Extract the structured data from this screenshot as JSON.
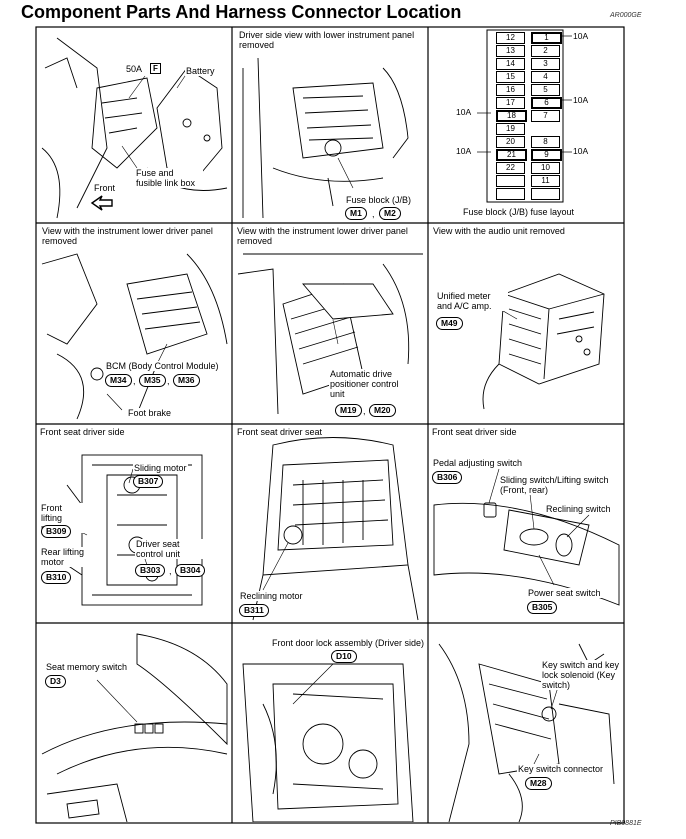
{
  "title": "Component Parts And Harness Connector Location",
  "code_top": "AR000GE",
  "code_bottom": "PIB0881E",
  "panels": {
    "p1": {
      "labels": [
        "50A",
        "Battery",
        "Fuse and fusible link box",
        "Front"
      ],
      "fuse_mark": "F"
    },
    "p2": {
      "caption": "Driver side view with lower instrument panel removed",
      "label": "Fuse block (J/B)",
      "connectors": [
        "M1",
        "M2"
      ]
    },
    "p3": {
      "caption": "Fuse block (J/B) fuse layout",
      "left_col": [
        "12",
        "13",
        "14",
        "15",
        "16",
        "17",
        "18",
        "19",
        "20",
        "21",
        "22",
        "",
        ""
      ],
      "right_col": [
        "1",
        "2",
        "3",
        "4",
        "5",
        "6",
        "7",
        "",
        "8",
        "9",
        "10",
        "11",
        ""
      ],
      "amps": [
        "10A",
        "10A",
        "10A",
        "10A",
        "10A"
      ]
    },
    "p4": {
      "caption": "View with the instrument lower driver panel removed",
      "label": "BCM (Body Control Module)",
      "connectors": [
        "M34",
        "M35",
        "M36"
      ],
      "label2": "Foot brake"
    },
    "p5": {
      "caption": "View with the instrument lower driver panel removed",
      "label": "Automatic drive positioner control unit",
      "connectors": [
        "M19",
        "M20"
      ]
    },
    "p6": {
      "caption": "View with the audio unit removed",
      "label": "Unified meter and A/C amp.",
      "connector": "M49"
    },
    "p7": {
      "caption": "Front seat driver side",
      "labels": [
        "Sliding motor",
        "Front lifting motor",
        "Driver seat control unit",
        "Rear lifting motor"
      ],
      "connectors": [
        "B307",
        "B309",
        "B303",
        "B304",
        "B310"
      ]
    },
    "p8": {
      "caption": "Front seat driver seat",
      "label": "Reclining motor",
      "connector": "B311"
    },
    "p9": {
      "caption": "Front seat driver side",
      "labels": [
        "Pedal adjusting switch",
        "Sliding switch/Lifting switch (Front, rear)",
        "Reclining switch",
        "Power seat switch"
      ],
      "connectors": [
        "B306",
        "B305"
      ]
    },
    "p10": {
      "label": "Seat memory switch",
      "connector": "D3"
    },
    "p11": {
      "label": "Front door lock assembly (Driver side)",
      "connector": "D10"
    },
    "p12": {
      "labels": [
        "Key switch and key lock solenoid (Key switch)",
        "Key switch connector"
      ],
      "connector": "M28"
    }
  }
}
